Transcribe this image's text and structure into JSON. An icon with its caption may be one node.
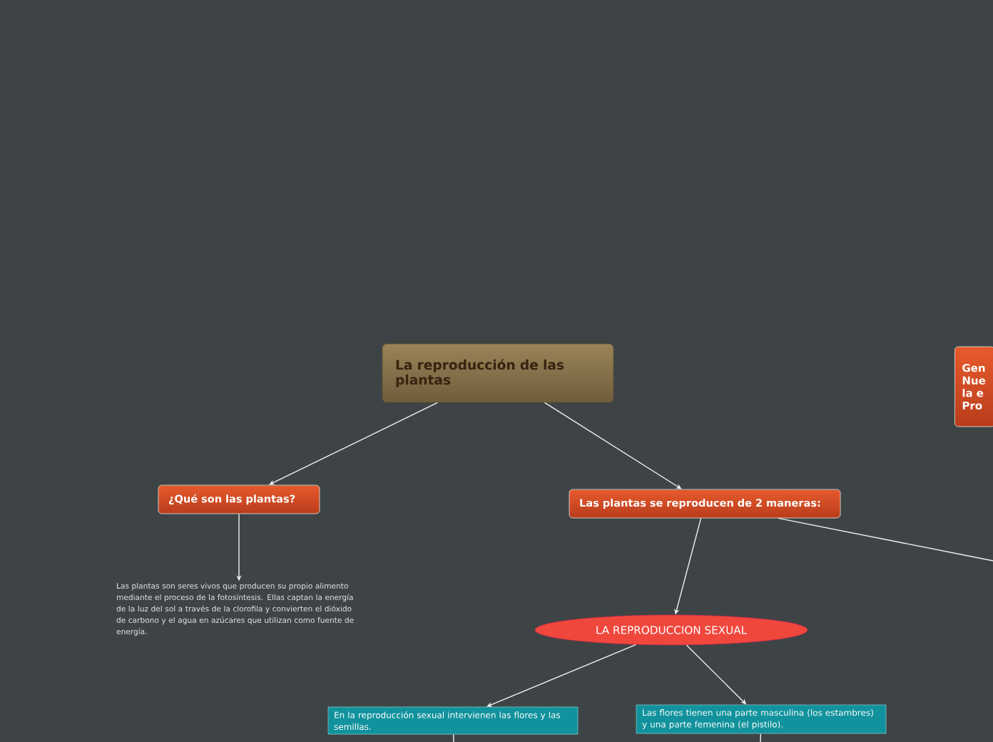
{
  "diagram": {
    "nodes": [
      {
        "text": [
          "La reproducción de las plantas"
        ]
      },
      {
        "text": [
          "¿Qué son las plantas?"
        ]
      },
      {
        "text": [
          "Las plantas se reproducen de 2 maneras:"
        ]
      },
      {
        "text": [
          "Las plantas son seres vivos que producen su propio alimento mediante el proceso de la fotosíntesis. Ellas captan la energía de la luz del sol a través de la clorofila y convierten el dióxido de carbono y el agua en azúcares que utilizan como fuente de energía."
        ]
      },
      {
        "text": [
          "Gen Nue la e Pro"
        ]
      },
      {
        "text": [
          "LA REPRODUCCION SEXUAL"
        ]
      },
      {
        "text": [
          "En la reproducción sexual intervienen las flores y las semillas."
        ]
      },
      {
        "text": [
          "Las flores tienen una parte masculina (los estambres) y una parte femenina (el pistilo)."
        ]
      }
    ],
    "edges": [
      {
        "from": 0,
        "to": 1,
        "arrow": "to"
      },
      {
        "from": 0,
        "to": 2,
        "arrow": "to"
      },
      {
        "from": 1,
        "to": 3,
        "arrow": "to"
      },
      {
        "from": 2,
        "to": 5,
        "arrow": "to"
      },
      {
        "from": 2,
        "to": null,
        "arrow": "none"
      },
      {
        "from": 5,
        "to": 6,
        "arrow": "to"
      },
      {
        "from": 5,
        "to": 7,
        "arrow": "to"
      },
      {
        "from": 6,
        "to": null,
        "arrow": "none"
      },
      {
        "from": 7,
        "to": null,
        "arrow": "none"
      }
    ]
  }
}
